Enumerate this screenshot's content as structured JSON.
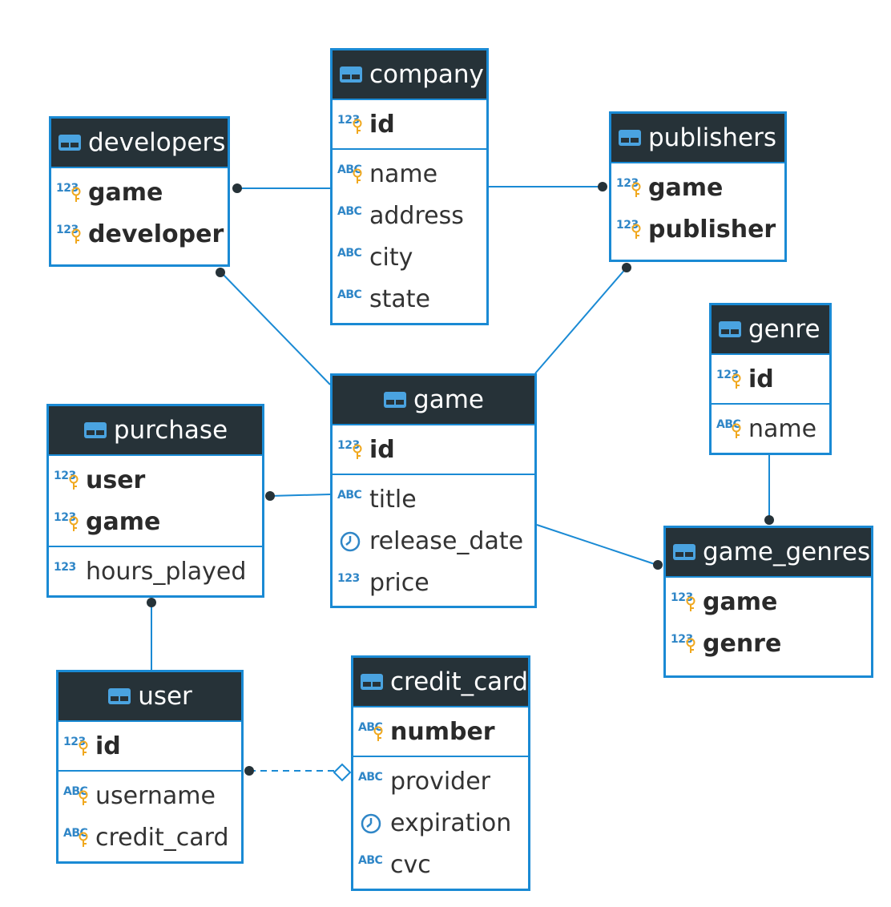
{
  "colors": {
    "header_bg": "#263238",
    "border": "#1a8ad4",
    "link": "#1a8ad4",
    "key_icon": "#f0a81e",
    "type_icon": "#2f86c7"
  },
  "tables": {
    "company": {
      "name": "company",
      "fields": [
        {
          "name": "id",
          "type_icon": "123",
          "key": true
        },
        {
          "name": "name",
          "type_icon": "ABC",
          "key": true
        },
        {
          "name": "address",
          "type_icon": "ABC",
          "key": false
        },
        {
          "name": "city",
          "type_icon": "ABC",
          "key": false
        },
        {
          "name": "state",
          "type_icon": "ABC",
          "key": false
        }
      ]
    },
    "developers": {
      "name": "developers",
      "fields": [
        {
          "name": "game",
          "type_icon": "123",
          "key": true
        },
        {
          "name": "developer",
          "type_icon": "123",
          "key": true
        }
      ]
    },
    "publishers": {
      "name": "publishers",
      "fields": [
        {
          "name": "game",
          "type_icon": "123",
          "key": true
        },
        {
          "name": "publisher",
          "type_icon": "123",
          "key": true
        }
      ]
    },
    "genre": {
      "name": "genre",
      "fields": [
        {
          "name": "id",
          "type_icon": "123",
          "key": true
        },
        {
          "name": "name",
          "type_icon": "ABC",
          "key": true
        }
      ]
    },
    "game": {
      "name": "game",
      "fields": [
        {
          "name": "id",
          "type_icon": "123",
          "key": true
        },
        {
          "name": "title",
          "type_icon": "ABC",
          "key": false
        },
        {
          "name": "release_date",
          "type_icon": "clock",
          "key": false
        },
        {
          "name": "price",
          "type_icon": "123",
          "key": false
        }
      ]
    },
    "purchase": {
      "name": "purchase",
      "fields": [
        {
          "name": "user",
          "type_icon": "123",
          "key": true
        },
        {
          "name": "game",
          "type_icon": "123",
          "key": true
        },
        {
          "name": "hours_played",
          "type_icon": "123",
          "key": false
        }
      ]
    },
    "game_genres": {
      "name": "game_genres",
      "fields": [
        {
          "name": "game",
          "type_icon": "123",
          "key": true
        },
        {
          "name": "genre",
          "type_icon": "123",
          "key": true
        }
      ]
    },
    "user": {
      "name": "user",
      "fields": [
        {
          "name": "id",
          "type_icon": "123",
          "key": true
        },
        {
          "name": "username",
          "type_icon": "ABC",
          "key": true
        },
        {
          "name": "credit_card",
          "type_icon": "ABC",
          "key": true
        }
      ]
    },
    "credit_card": {
      "name": "credit_card",
      "fields": [
        {
          "name": "number",
          "type_icon": "ABC",
          "key": true
        },
        {
          "name": "provider",
          "type_icon": "ABC",
          "key": false
        },
        {
          "name": "expiration",
          "type_icon": "clock",
          "key": false
        },
        {
          "name": "cvc",
          "type_icon": "ABC",
          "key": false
        }
      ]
    }
  },
  "relationships": [
    {
      "from": "company",
      "to": "developers",
      "style": "solid",
      "end": "dot"
    },
    {
      "from": "company",
      "to": "publishers",
      "style": "solid",
      "end": "dot"
    },
    {
      "from": "game",
      "to": "developers",
      "style": "solid",
      "end": "dot"
    },
    {
      "from": "game",
      "to": "publishers",
      "style": "solid",
      "end": "dot"
    },
    {
      "from": "game",
      "to": "purchase",
      "style": "solid",
      "end": "dot"
    },
    {
      "from": "game",
      "to": "game_genres",
      "style": "solid",
      "end": "dot"
    },
    {
      "from": "genre",
      "to": "game_genres",
      "style": "solid",
      "end": "dot"
    },
    {
      "from": "user",
      "to": "purchase",
      "style": "solid",
      "end": "dot"
    },
    {
      "from": "user",
      "to": "credit_card",
      "style": "dashed",
      "end": "diamond"
    }
  ]
}
